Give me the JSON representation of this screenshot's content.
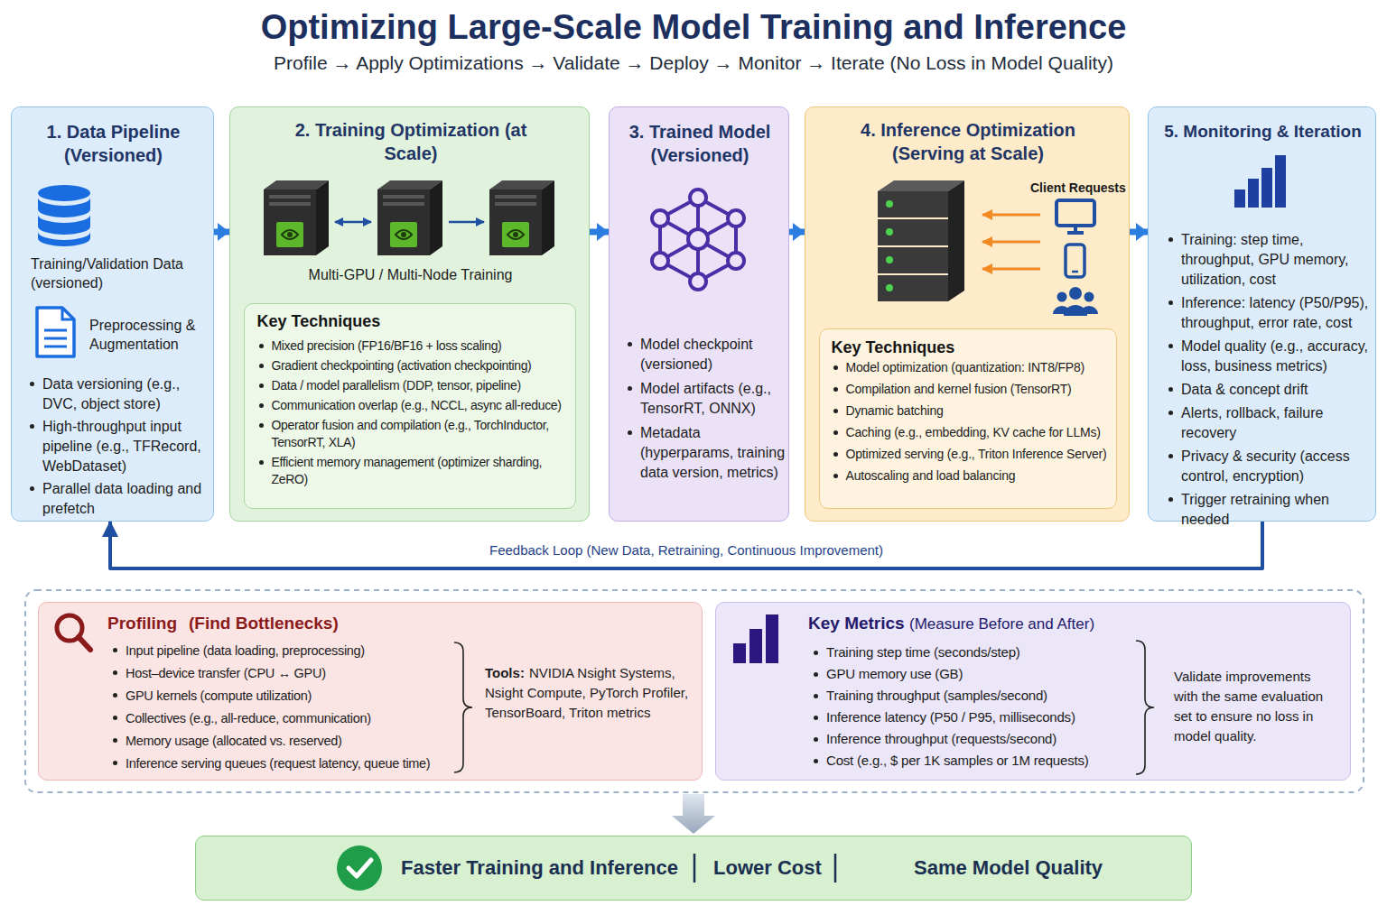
{
  "diagram": {
    "title": "Optimizing Large-Scale Model Training and Inference",
    "nodes": [
      {
        "text": [
          "1. Data Pipeline (Versioned)",
          "Training/Validation Data (versioned)",
          "Preprocessing & Augmentation",
          "Data versioning (e.g., DVC, object store)",
          "High-throughput input pipeline (e.g., TFRecord, WebDataset)",
          "Parallel data loading and prefetch"
        ]
      },
      {
        "text": [
          "2. Training Optimization (at Scale)",
          "Multi-GPU / Multi-Node Training"
        ]
      },
      {
        "text": [
          "Key Techniques",
          "Mixed precision (FP16/BF16 + loss scaling)",
          "Gradient checkpointing (activation checkpointing)",
          "Data / model parallelism (DDP, tensor, pipeline)",
          "Communication overlap (e.g., NCCL, async all-reduce)",
          "Operator fusion and compilation (e.g., TorchInductor, TensorRT, XLA)",
          "Efficient memory management (optimizer sharding, ZeRO)"
        ],
        "in": 1
      },
      {
        "text": [
          "3. Trained Model (Versioned)",
          "Model checkpoint (versioned)",
          "Model artifacts (e.g., TensorRT, ONNX)",
          "Metadata (hyperparams, training data version, metrics)"
        ]
      },
      {
        "text": [
          "4. Inference Optimization (Serving at Scale)",
          "Client Requests"
        ]
      },
      {
        "text": [
          "Key Techniques",
          "Model optimization (quantization: INT8/FP8)",
          "Compilation and kernel fusion (TensorRT)",
          "Dynamic batching",
          "Caching (e.g., embedding, KV cache for LLMs)",
          "Optimized serving (e.g., Triton Inference Server)",
          "Autoscaling and load balancing"
        ],
        "in": 4
      },
      {
        "text": [
          "5. Monitoring & Iteration",
          "Training: step time, throughput, GPU memory, utilization, cost",
          "Inference: latency (P50/P95), throughput, error rate, cost",
          "Model quality (e.g., accuracy, loss, business metrics)",
          "Data & concept drift",
          "Alerts, rollback, failure recovery",
          "Privacy & security (access control, encryption)",
          "Trigger retraining when needed"
        ]
      },
      {
        "text": [
          "Profiling",
          "(Find Bottlenecks)",
          "Input pipeline (data loading, preprocessing)",
          "Host–device transfer (CPU ↔ GPU)",
          "GPU kernels (compute utilization)",
          "Collectives (e.g., all-reduce, communication)",
          "Memory usage (allocated vs. reserved)",
          "Inference serving queues (request latency, queue time)",
          "Tools:",
          "NVIDIA Nsight Systems, Nsight Compute, PyTorch Profiler, TensorBoard, Triton metrics"
        ]
      },
      {
        "text": [
          "Key Metrics",
          "(Measure Before and After)",
          "Training step time (seconds/step)",
          "GPU memory use (GB)",
          "Training throughput (samples/second)",
          "Inference latency (P50 / P95, milliseconds)",
          "Inference throughput (requests/second)",
          "Cost (e.g., $ per 1K samples or 1M requests)",
          "Validate improvements with the same evaluation set to ensure no loss in model quality."
        ]
      },
      {
        "text": [
          "Faster Training and Inference",
          "Lower Cost",
          "Same Model Quality"
        ]
      }
    ],
    "edges": [
      {
        "from": 0,
        "to": 1,
        "arrow": "to"
      },
      {
        "from": 1,
        "to": 3,
        "arrow": "to"
      },
      {
        "from": 3,
        "to": 4,
        "arrow": "to"
      },
      {
        "from": 4,
        "to": 6,
        "arrow": "to"
      },
      {
        "from": 6,
        "to": 0,
        "arrow": "to",
        "label": "Feedback Loop (New Data, Retraining, Continuous Improvement)"
      }
    ],
    "labels": [
      "Profile → Apply Optimizations → Validate → Deploy → Monitor → Iterate (No Loss in Model Quality)"
    ]
  }
}
